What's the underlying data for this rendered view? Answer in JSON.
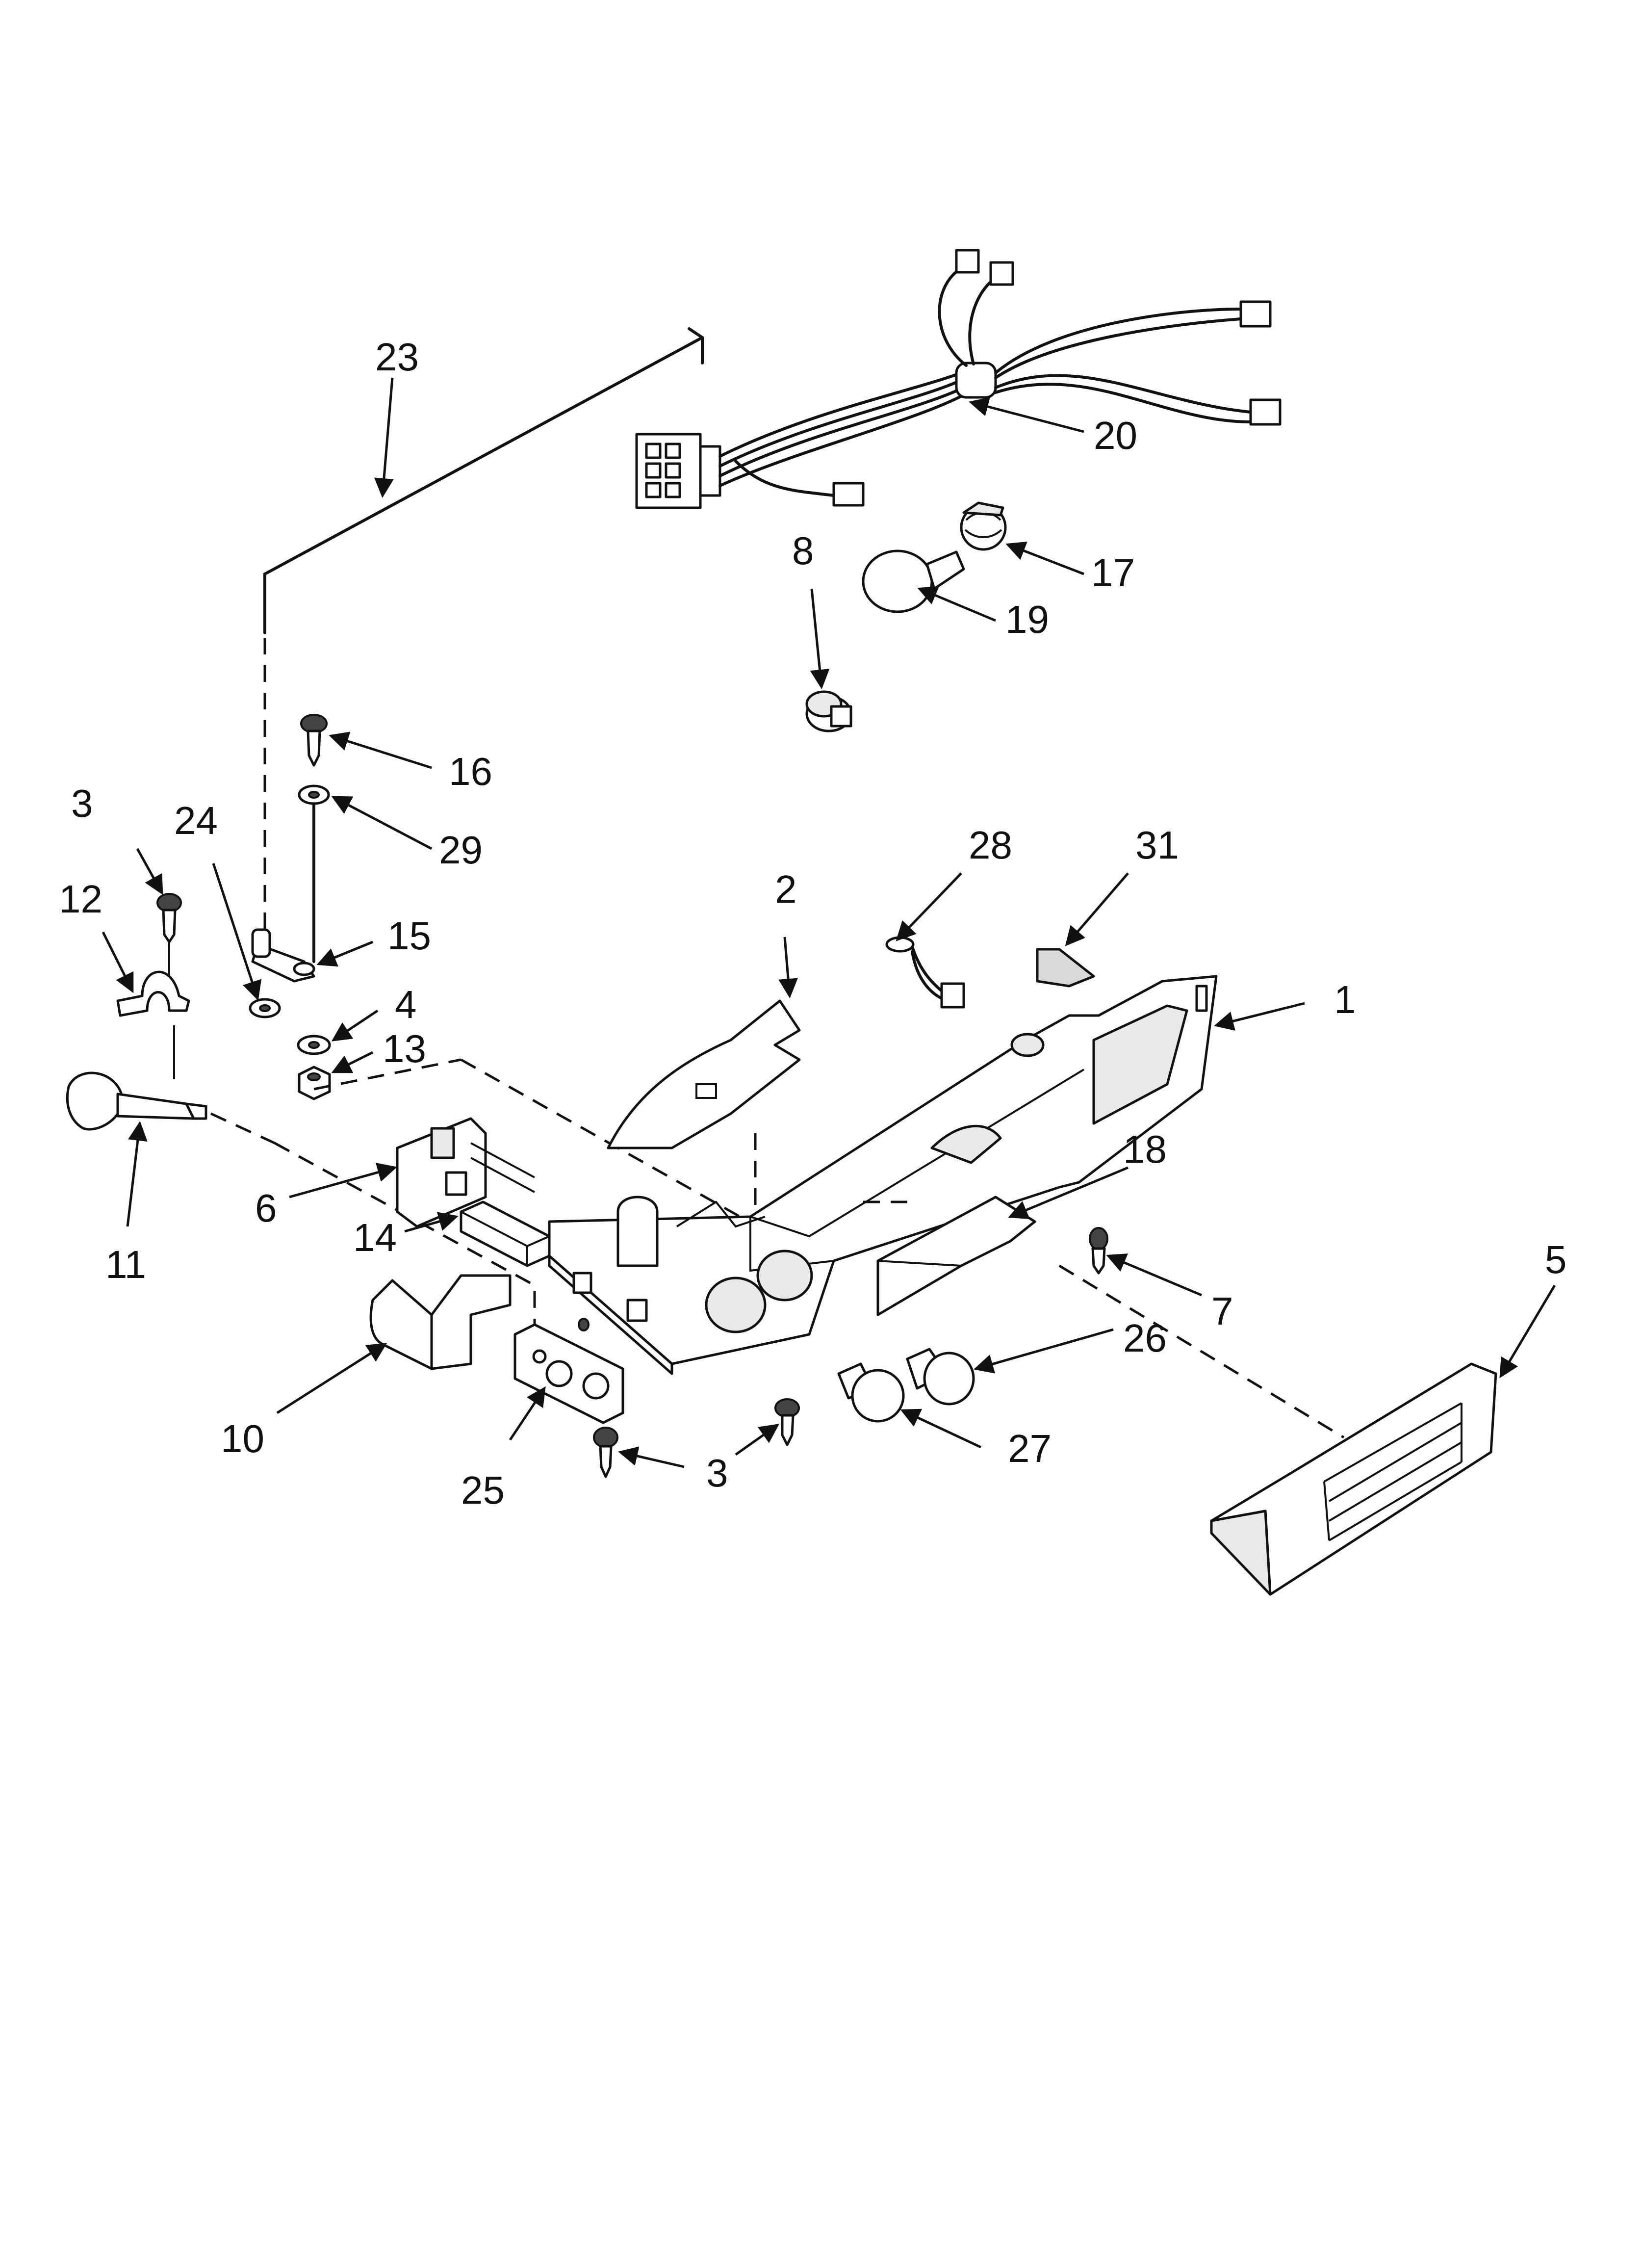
{
  "callouts": {
    "c1": "1",
    "c2": "2",
    "c3a": "3",
    "c3b": "3",
    "c4": "4",
    "c5": "5",
    "c6": "6",
    "c7": "7",
    "c8": "8",
    "c10": "10",
    "c11": "11",
    "c12": "12",
    "c13": "13",
    "c14": "14",
    "c15": "15",
    "c16": "16",
    "c17": "17",
    "c18": "18",
    "c19": "19",
    "c20": "20",
    "c23": "23",
    "c24": "24",
    "c25": "25",
    "c26": "26",
    "c27": "27",
    "c28": "28",
    "c29": "29",
    "c31": "31"
  },
  "colors": {
    "line": "#111111",
    "background": "#ffffff",
    "shade": "#e9e9e9"
  }
}
